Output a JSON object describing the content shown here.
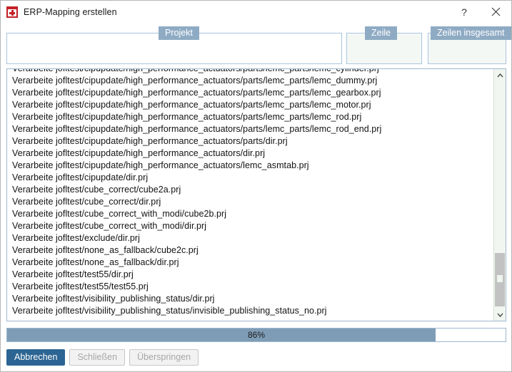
{
  "window": {
    "title": "ERP-Mapping erstellen",
    "icon": "erp-mapping-icon",
    "help_label": "?",
    "close_label": "✕"
  },
  "groups": {
    "projekt": {
      "label": "Projekt",
      "value": ""
    },
    "zeile": {
      "label": "Zeile",
      "value": ""
    },
    "zeilen_insgesamt": {
      "label": "Zeilen insgesamt",
      "value": ""
    }
  },
  "log": {
    "lines": [
      "Verarbeite jofltest/cipupdate/high_performance_actuators/parts/lemc_parts/lemc_cylinder.prj",
      "Verarbeite jofltest/cipupdate/high_performance_actuators/parts/lemc_parts/lemc_dummy.prj",
      "Verarbeite jofltest/cipupdate/high_performance_actuators/parts/lemc_parts/lemc_gearbox.prj",
      "Verarbeite jofltest/cipupdate/high_performance_actuators/parts/lemc_parts/lemc_motor.prj",
      "Verarbeite jofltest/cipupdate/high_performance_actuators/parts/lemc_parts/lemc_rod.prj",
      "Verarbeite jofltest/cipupdate/high_performance_actuators/parts/lemc_parts/lemc_rod_end.prj",
      "Verarbeite jofltest/cipupdate/high_performance_actuators/parts/dir.prj",
      "Verarbeite jofltest/cipupdate/high_performance_actuators/dir.prj",
      "Verarbeite jofltest/cipupdate/high_performance_actuators/lemc_asmtab.prj",
      "Verarbeite jofltest/cipupdate/dir.prj",
      "Verarbeite jofltest/cube_correct/cube2a.prj",
      "Verarbeite jofltest/cube_correct/dir.prj",
      "Verarbeite jofltest/cube_correct_with_modi/cube2b.prj",
      "Verarbeite jofltest/cube_correct_with_modi/dir.prj",
      "Verarbeite jofltest/exclude/dir.prj",
      "Verarbeite jofltest/none_as_fallback/cube2c.prj",
      "Verarbeite jofltest/none_as_fallback/dir.prj",
      "Verarbeite jofltest/test55/dir.prj",
      "Verarbeite jofltest/test55/test55.prj",
      "Verarbeite jofltest/visibility_publishing_status/dir.prj",
      "Verarbeite jofltest/visibility_publishing_status/invisible_publishing_status_no.prj"
    ]
  },
  "progress": {
    "percent_label": "86%",
    "percent": 86,
    "fill_color": "#7e9cb5"
  },
  "buttons": {
    "cancel": "Abbrechen",
    "close": "Schließen",
    "skip": "Überspringen"
  },
  "colors": {
    "accent": "#2c6493",
    "group_label_bg": "#8fabc4",
    "border": "#9fb8cf"
  }
}
